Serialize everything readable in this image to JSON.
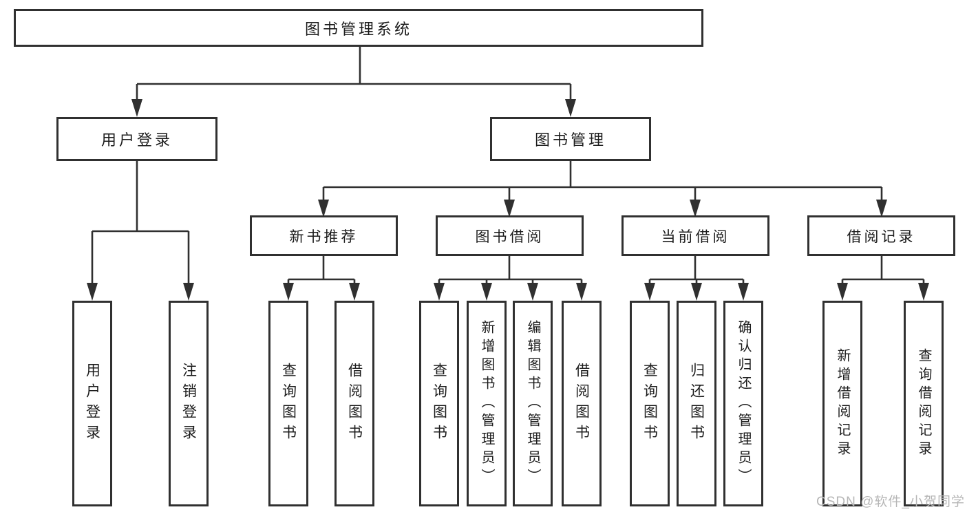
{
  "title": "图书管理系统",
  "watermark": "CSDN @软件_小贺同学",
  "colors": {
    "line": "#303030",
    "box_border": "#303030",
    "text": "#1c1c1c",
    "watermark": "#b6b6b6",
    "background": "#ffffff"
  },
  "nodes": {
    "root": {
      "label": "图书管理系统"
    },
    "level2": [
      {
        "label": "用户登录"
      },
      {
        "label": "图书管理"
      }
    ],
    "level3": [
      {
        "label": "新书推荐",
        "parent": "图书管理"
      },
      {
        "label": "图书借阅",
        "parent": "图书管理"
      },
      {
        "label": "当前借阅",
        "parent": "图书管理"
      },
      {
        "label": "借阅记录",
        "parent": "图书管理"
      }
    ],
    "leaves": [
      {
        "label": "用户登录",
        "parent": "用户登录"
      },
      {
        "label": "注销登录",
        "parent": "用户登录"
      },
      {
        "label": "查询图书",
        "parent": "新书推荐"
      },
      {
        "label": "借阅图书",
        "parent": "新书推荐"
      },
      {
        "label": "查询图书",
        "parent": "图书借阅"
      },
      {
        "label": "新增图书（管理员）",
        "parent": "图书借阅"
      },
      {
        "label": "编辑图书（管理员）",
        "parent": "图书借阅"
      },
      {
        "label": "借阅图书",
        "parent": "图书借阅"
      },
      {
        "label": "查询图书",
        "parent": "当前借阅"
      },
      {
        "label": "归还图书",
        "parent": "当前借阅"
      },
      {
        "label": "确认归还（管理员）",
        "parent": "当前借阅"
      },
      {
        "label": "新增借阅记录",
        "parent": "借阅记录"
      },
      {
        "label": "查询借阅记录",
        "parent": "借阅记录"
      }
    ]
  }
}
